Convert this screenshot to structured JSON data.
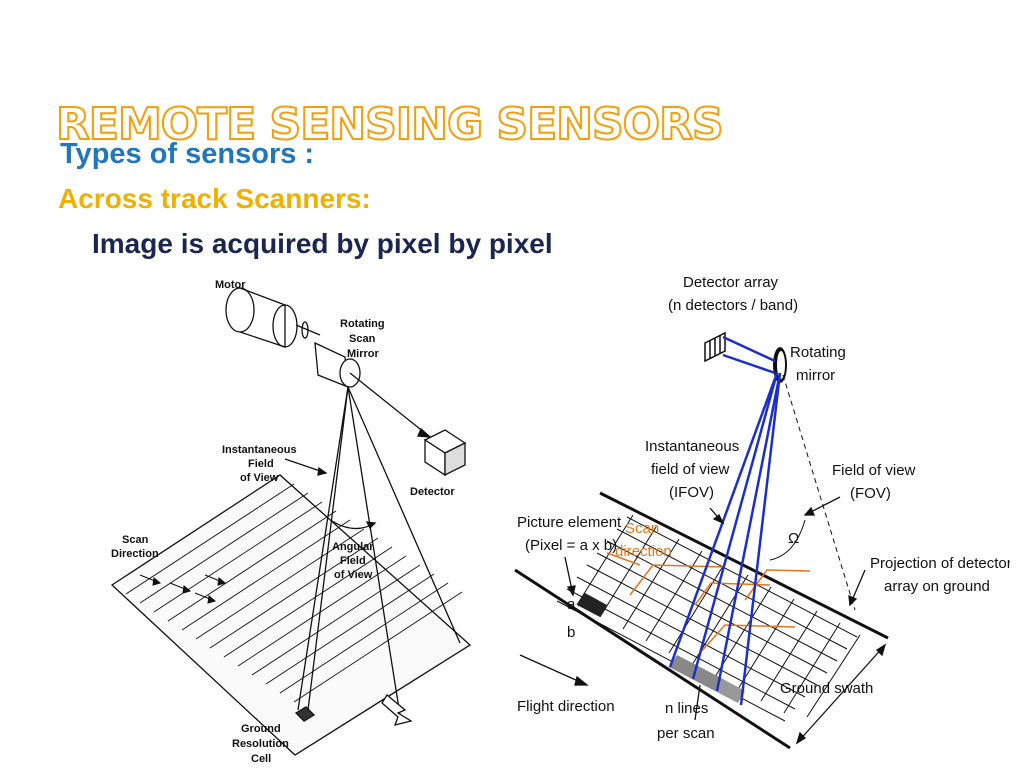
{
  "slide": {
    "heading": "REMOTE SENSING SENSORS",
    "types_label": "Types of sensors :",
    "subheading": "Across track Scanners:",
    "description": "Image is acquired by pixel by pixel"
  },
  "left_figure": {
    "labels": {
      "motor": "Motor",
      "mirror_1": "Rotating",
      "mirror_2": "Scan",
      "mirror_3": "Mirror",
      "ifov_1": "Instantaneous",
      "ifov_2": "Field",
      "ifov_3": "of View",
      "detector": "Detector",
      "scan_1": "Scan",
      "scan_2": "Direction",
      "afov_1": "Angular",
      "afov_2": "Field",
      "afov_3": "of View",
      "grc_1": "Ground",
      "grc_2": "Resolution",
      "grc_3": "Cell"
    }
  },
  "right_figure": {
    "labels": {
      "detector_array_1": "Detector array",
      "detector_array_2": "(n detectors / band)",
      "rot_mirror_1": "Rotating",
      "rot_mirror_2": "mirror",
      "ifov_1": "Instantaneous",
      "ifov_2": "field of view",
      "ifov_3": "(IFOV)",
      "fov_1": "Field of view",
      "fov_2": "(FOV)",
      "omega": "Ω",
      "pixel_1": "Picture element",
      "pixel_2": "(Pixel = a x b)",
      "scan_dir_1": "Scan",
      "scan_dir_2": "direction",
      "a": "a",
      "b": "b",
      "projection_1": "Projection of detector",
      "projection_2": "array on ground",
      "flight": "Flight direction",
      "ground_swath": "Ground swath",
      "nlines_1": "n lines",
      "nlines_2": "per scan"
    }
  },
  "colors": {
    "heading_outline": "#f0a010",
    "types_blue": "#2277bb",
    "subheading_yellow": "#f0b000",
    "description_navy": "#1a2650",
    "ray_blue": "#1c2fc8",
    "scan_orange": "#e8741a"
  }
}
